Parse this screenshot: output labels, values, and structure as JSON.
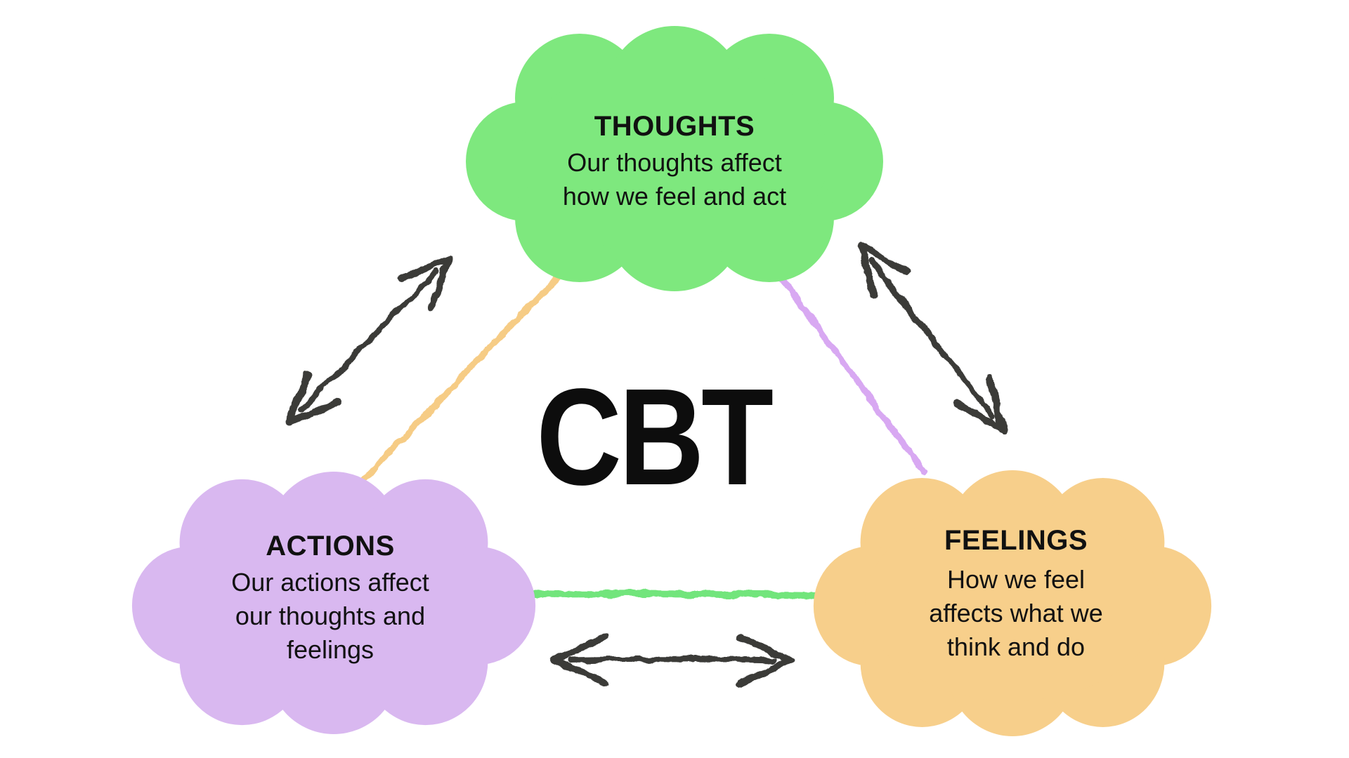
{
  "title": "CBT",
  "background_color": "#ffffff",
  "text_color": "#111111",
  "clouds": {
    "thoughts": {
      "label": "THOUGHTS",
      "body": "Our thoughts affect\nhow we feel and act",
      "color": "#7ee87e"
    },
    "actions": {
      "label": "ACTIONS",
      "body": "Our actions affect\nour thoughts and\nfeelings",
      "color": "#d9b8f0"
    },
    "feelings": {
      "label": "FEELINGS",
      "body": "How we feel\naffects what we\nthink and do",
      "color": "#f7cf8b"
    }
  },
  "connectors": {
    "thoughts_actions": {
      "color": "#f6cc85"
    },
    "thoughts_feelings": {
      "color": "#d8a8f2"
    },
    "actions_feelings": {
      "color": "#72e57c"
    }
  },
  "arrows": {
    "color": "#3a3a38"
  }
}
